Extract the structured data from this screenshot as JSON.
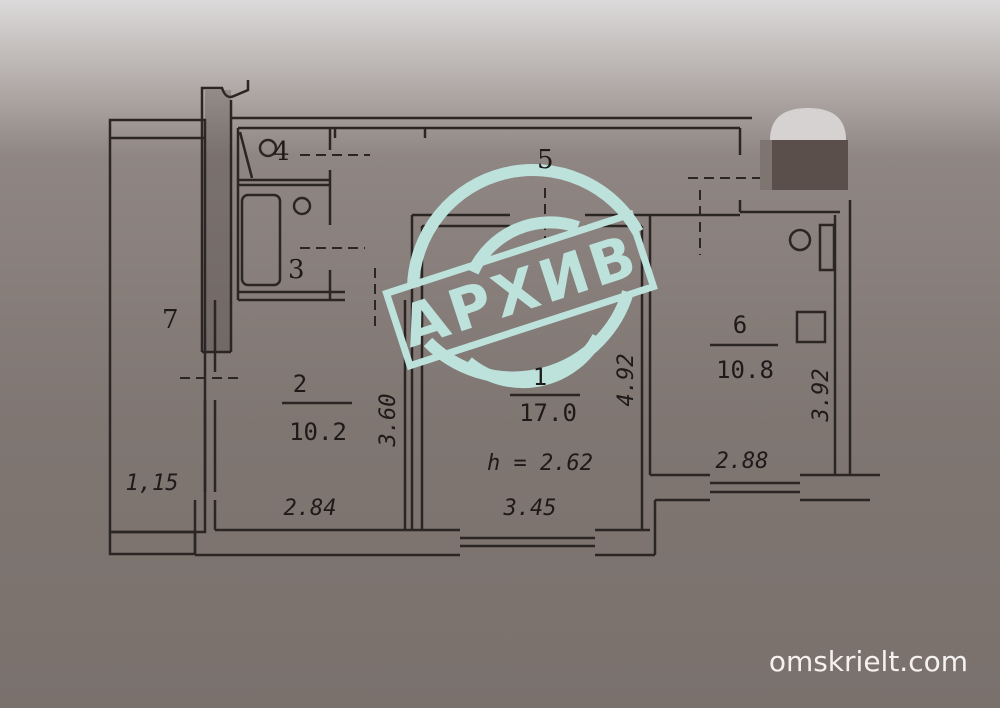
{
  "plan": {
    "rooms": [
      {
        "id": "1",
        "area": "17.0"
      },
      {
        "id": "2",
        "area": "10.2"
      },
      {
        "id": "3"
      },
      {
        "id": "4"
      },
      {
        "id": "5"
      },
      {
        "id": "6",
        "area": "10.8"
      },
      {
        "id": "7"
      }
    ],
    "dimensions": {
      "room2_width": "2.84",
      "room2_depth": "3.60",
      "room1_width": "3.45",
      "room1_depth": "4.92",
      "ceiling_height": "h = 2.62",
      "room6_width": "2.88",
      "room6_depth": "3.92",
      "balcony_width": "1,15"
    }
  },
  "stamp": {
    "text": "АРХИВ",
    "color": "#bde2dc"
  },
  "watermark": {
    "text": "omskrielt.com"
  }
}
